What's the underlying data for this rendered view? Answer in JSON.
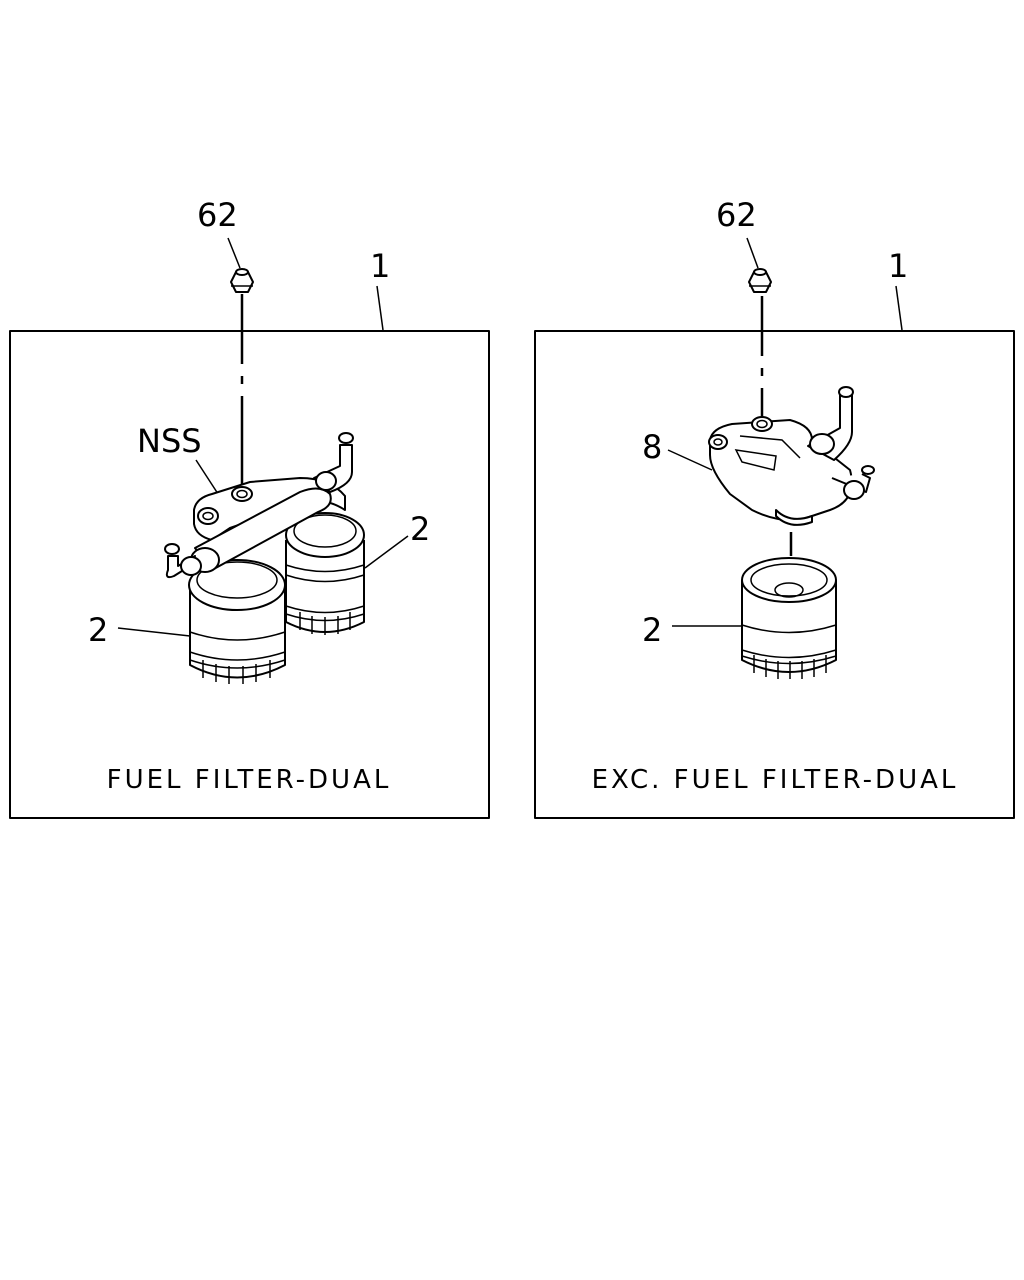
{
  "panels": [
    {
      "caption": "FUEL FILTER-DUAL",
      "callouts": {
        "nut": "62",
        "assembly": "1",
        "nss": "NSS",
        "filter_left": "2",
        "filter_right": "2"
      },
      "icons": [
        "flange-nut-icon",
        "dual-fuel-filter-assembly-icon"
      ]
    },
    {
      "caption": "EXC. FUEL FILTER-DUAL",
      "callouts": {
        "nut": "62",
        "assembly": "1",
        "bracket": "8",
        "filter": "2"
      },
      "icons": [
        "flange-nut-icon",
        "filter-head-bracket-icon",
        "fuel-filter-cartridge-icon"
      ]
    }
  ],
  "colors": {
    "line": "#000000",
    "background": "#ffffff"
  }
}
